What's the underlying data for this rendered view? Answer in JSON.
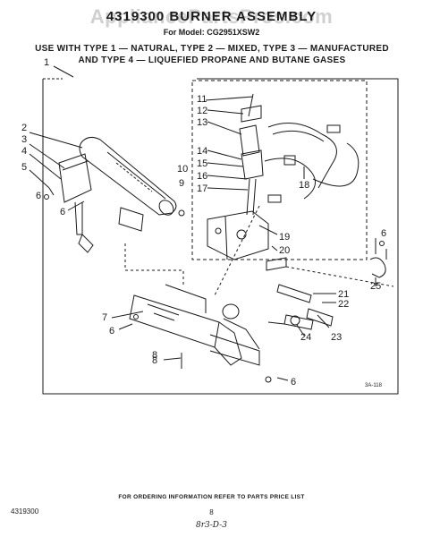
{
  "watermark": "AppliancePartsPros.com",
  "title": "4319300 BURNER ASSEMBLY",
  "model_line": "For Model: CG2951XSW2",
  "use_line_1": "USE WITH TYPE 1 — NATURAL, TYPE 2 — MIXED, TYPE 3 — MANUFACTURED",
  "use_line_2": "AND TYPE 4 — LIQUEFIED PROPANE AND BUTANE GASES",
  "callouts": [
    "1",
    "2",
    "3",
    "4",
    "5",
    "6",
    "7",
    "8",
    "9",
    "10",
    "11",
    "12",
    "13",
    "14",
    "15",
    "16",
    "17",
    "18",
    "19",
    "20",
    "21",
    "22",
    "23",
    "24",
    "25"
  ],
  "repeat_callouts": [
    "6",
    "6",
    "6",
    "6",
    "8"
  ],
  "ref_code": "3A-118",
  "footer_note": "FOR ORDERING INFORMATION REFER TO PARTS PRICE LIST",
  "part_number": "4319300",
  "page_number": "8",
  "handwritten_code": "8r3-D-3",
  "colors": {
    "ink": "#1a1a1a",
    "paper": "#ffffff",
    "watermark": "#969696"
  }
}
